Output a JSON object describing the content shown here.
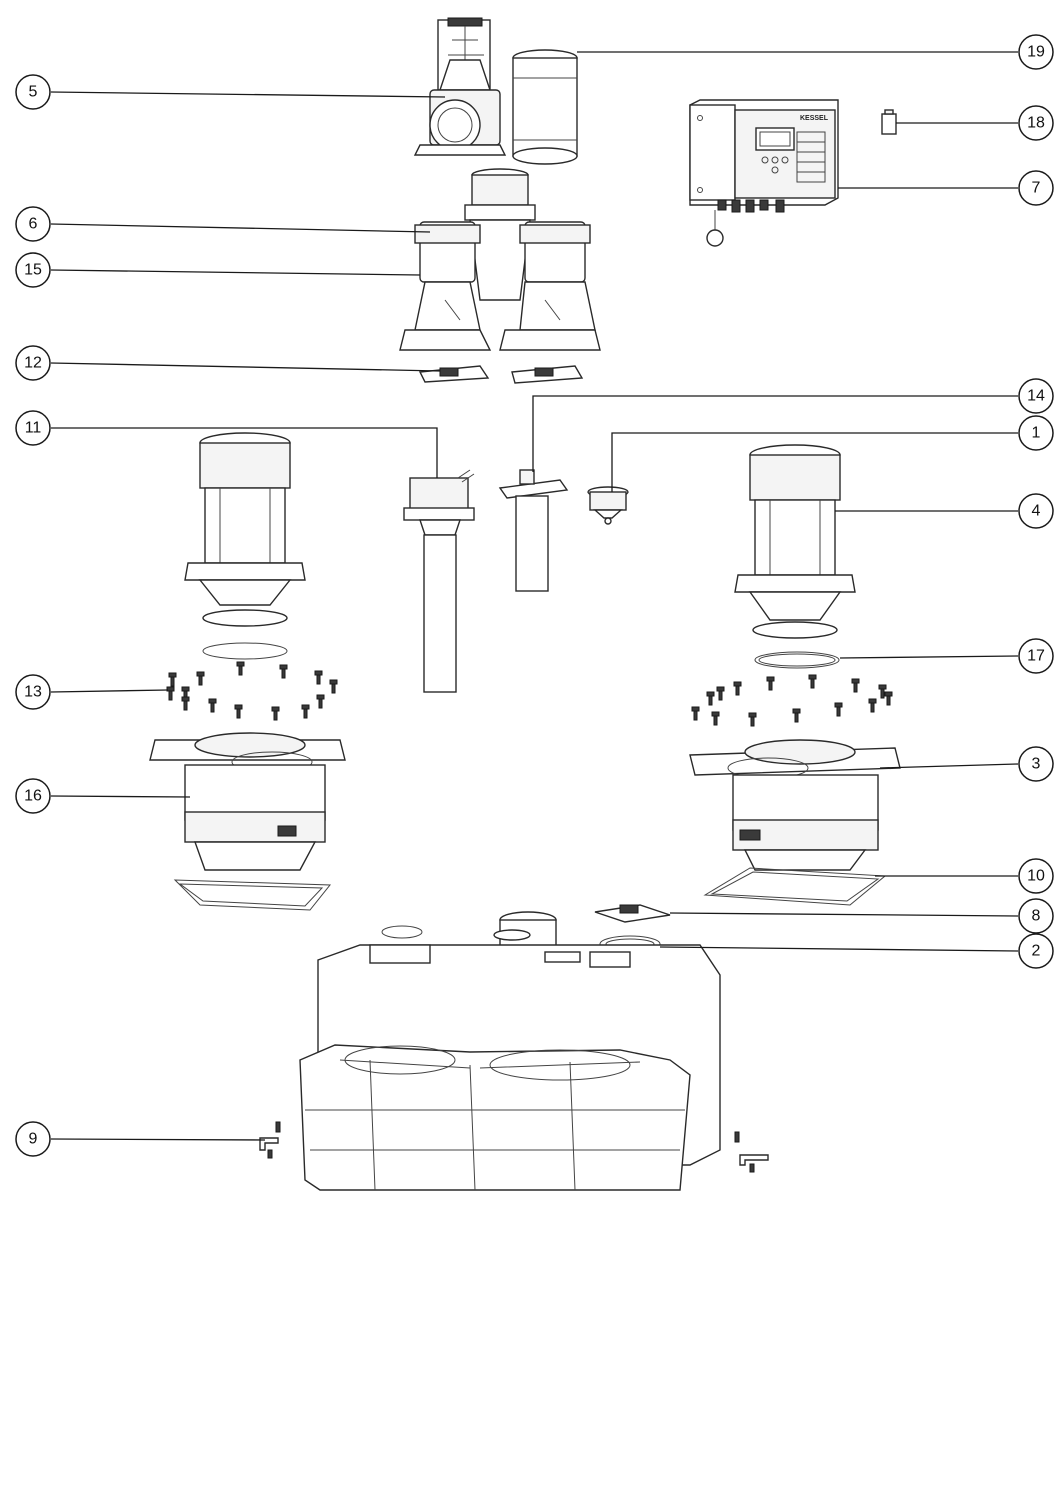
{
  "diagram": {
    "callouts": [
      {
        "id": "c1",
        "label": "1"
      },
      {
        "id": "c2",
        "label": "2"
      },
      {
        "id": "c3",
        "label": "3"
      },
      {
        "id": "c4",
        "label": "4"
      },
      {
        "id": "c5",
        "label": "5"
      },
      {
        "id": "c6",
        "label": "6"
      },
      {
        "id": "c7",
        "label": "7"
      },
      {
        "id": "c8",
        "label": "8"
      },
      {
        "id": "c9",
        "label": "9"
      },
      {
        "id": "c10",
        "label": "10"
      },
      {
        "id": "c11",
        "label": "11"
      },
      {
        "id": "c12",
        "label": "12"
      },
      {
        "id": "c13",
        "label": "13"
      },
      {
        "id": "c14",
        "label": "14"
      },
      {
        "id": "c15",
        "label": "15"
      },
      {
        "id": "c16",
        "label": "16"
      },
      {
        "id": "c17",
        "label": "17"
      },
      {
        "id": "c18",
        "label": "18"
      },
      {
        "id": "c19",
        "label": "19"
      }
    ],
    "controller_brand": "KESSEL"
  }
}
